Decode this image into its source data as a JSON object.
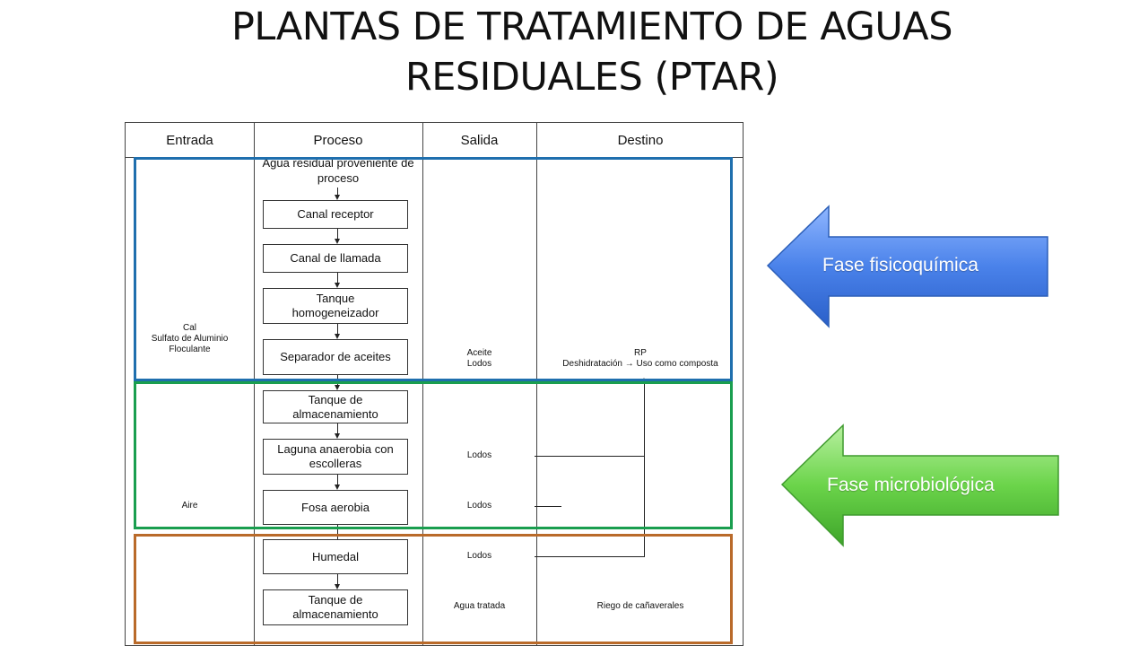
{
  "title": {
    "line1": "PLANTAS DE TRATAMIENTO DE AGUAS",
    "line2": "RESIDUALES (PTAR)"
  },
  "table": {
    "headers": [
      "Entrada",
      "Proceso",
      "Salida",
      "Destino"
    ],
    "process_start": "Agua residual proveniente de proceso",
    "process_steps": [
      "Canal receptor",
      "Canal de llamada",
      "Tanque homogeneizador",
      "Separador de aceites",
      "Tanque de almacenamiento",
      "Laguna anaerobia con escolleras",
      "Fosa aerobia",
      "Humedal",
      "Tanque de almacenamiento"
    ],
    "inputs": {
      "separator": [
        "Cal",
        "Sulfato de Aluminio",
        "Floculante"
      ],
      "aerobic": "Aire"
    },
    "outputs": {
      "separator": [
        "Aceite",
        "Lodos"
      ],
      "anaerobic": "Lodos",
      "aerobic": "Lodos",
      "wetland": "Lodos",
      "final": "Agua tratada"
    },
    "destinations": {
      "separator_title": "RP",
      "separator_detail": "Deshidratación → Uso como composta",
      "final": "Riego de cañaverales"
    }
  },
  "phases": {
    "physicochemical": {
      "label": "Fase fisicoquímica",
      "color": "#3f79e0"
    },
    "microbiological": {
      "label": "Fase microbiológica",
      "color": "#5cc53a"
    },
    "frame_colors": {
      "blue": "#1f6fae",
      "green": "#1a9e4f",
      "orange": "#b96a2a"
    }
  }
}
